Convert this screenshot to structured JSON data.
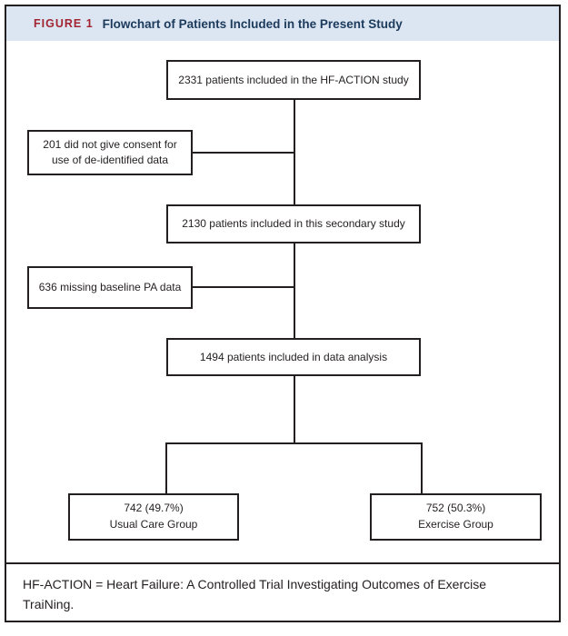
{
  "figure": {
    "label": "FIGURE 1",
    "title": "Flowchart of Patients Included in the Present Study"
  },
  "colors": {
    "header_bg": "#dce6f2",
    "figure_label": "#a22433",
    "title_text": "#1b3a5c",
    "line": "#231f20",
    "text": "#231f20"
  },
  "chart_data": {
    "type": "flowchart",
    "title": "Flowchart of Patients Included in the Present Study",
    "nodes": [
      {
        "id": "hf-action-study",
        "value": 2331,
        "label": "2331 patients included in the HF-ACTION study"
      },
      {
        "id": "no-consent",
        "value": 201,
        "label": "201 did not give consent for use of de-identified data",
        "type": "exclusion"
      },
      {
        "id": "secondary-study",
        "value": 2130,
        "label": "2130 patients included in this secondary study"
      },
      {
        "id": "missing-pa",
        "value": 636,
        "label": "636 missing baseline PA data",
        "type": "exclusion"
      },
      {
        "id": "data-analysis",
        "value": 1494,
        "label": "1494 patients included in data analysis"
      },
      {
        "id": "usual-care",
        "value": 742,
        "percent": "49.7%",
        "label": "742 (49.7%) Usual Care Group"
      },
      {
        "id": "exercise",
        "value": 752,
        "percent": "50.3%",
        "label": "752 (50.3%) Exercise Group"
      }
    ],
    "edges": [
      [
        "hf-action-study",
        "secondary-study"
      ],
      [
        "hf-action-study",
        "no-consent"
      ],
      [
        "secondary-study",
        "data-analysis"
      ],
      [
        "secondary-study",
        "missing-pa"
      ],
      [
        "data-analysis",
        "usual-care"
      ],
      [
        "data-analysis",
        "exercise"
      ]
    ]
  },
  "flowchart": {
    "nodes": {
      "hf_action": {
        "line1": "2331 patients included in the HF-ACTION study"
      },
      "no_consent": {
        "line1": "201 did not give consent for",
        "line2": "use of de-identified data"
      },
      "secondary": {
        "line1": "2130 patients included in this secondary study"
      },
      "missing_pa": {
        "line1": "636 missing baseline PA data"
      },
      "analysis": {
        "line1": "1494 patients included in data analysis"
      },
      "usual_care": {
        "line1": "742 (49.7%)",
        "line2": "Usual Care Group"
      },
      "exercise": {
        "line1": "752 (50.3%)",
        "line2": "Exercise Group"
      }
    }
  },
  "footnote": {
    "text": "HF-ACTION = Heart Failure: A Controlled Trial Investigating Outcomes of Exercise TraiNing."
  }
}
